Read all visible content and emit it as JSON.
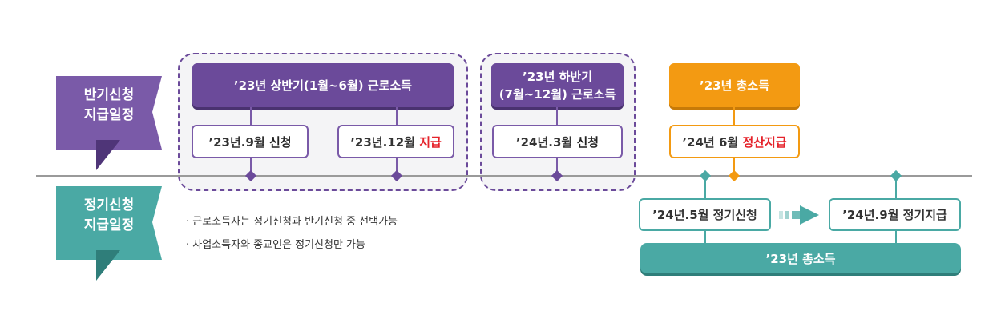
{
  "flags": {
    "half": {
      "line1": "반기신청",
      "line2": "지급일정"
    },
    "regular": {
      "line1": "정기신청",
      "line2": "지급일정"
    }
  },
  "h1": {
    "header": "’23년 상반기(1월~6월) 근로소득",
    "apply": {
      "prefix": "’23년.9월 ",
      "keyword": "신청"
    },
    "pay": {
      "prefix": "’23년.12월 ",
      "keyword": "지급"
    }
  },
  "h2": {
    "header_line1": "’23년 하반기",
    "header_line2": "(7월~12월) 근로소득",
    "apply": {
      "prefix": "’24년.3월 ",
      "keyword": "신청"
    }
  },
  "total": {
    "header": "’23년 총소득",
    "settle": {
      "prefix": "’24년 6월 ",
      "keyword": "정산지급"
    }
  },
  "regular": {
    "apply": "’24년.5월 정기신청",
    "pay": "’24년.9월 정기지급",
    "bar": "’23년 총소득"
  },
  "notes": [
    "· 근로소득자는 정기신청과 반기신청 중 선택가능",
    "· 사업소득자와 종교인은 정기신청만 가능"
  ],
  "colors": {
    "purple": "#6b4a9a",
    "orange": "#f39a12",
    "teal": "#4aa9a4",
    "red": "#e5232b"
  }
}
